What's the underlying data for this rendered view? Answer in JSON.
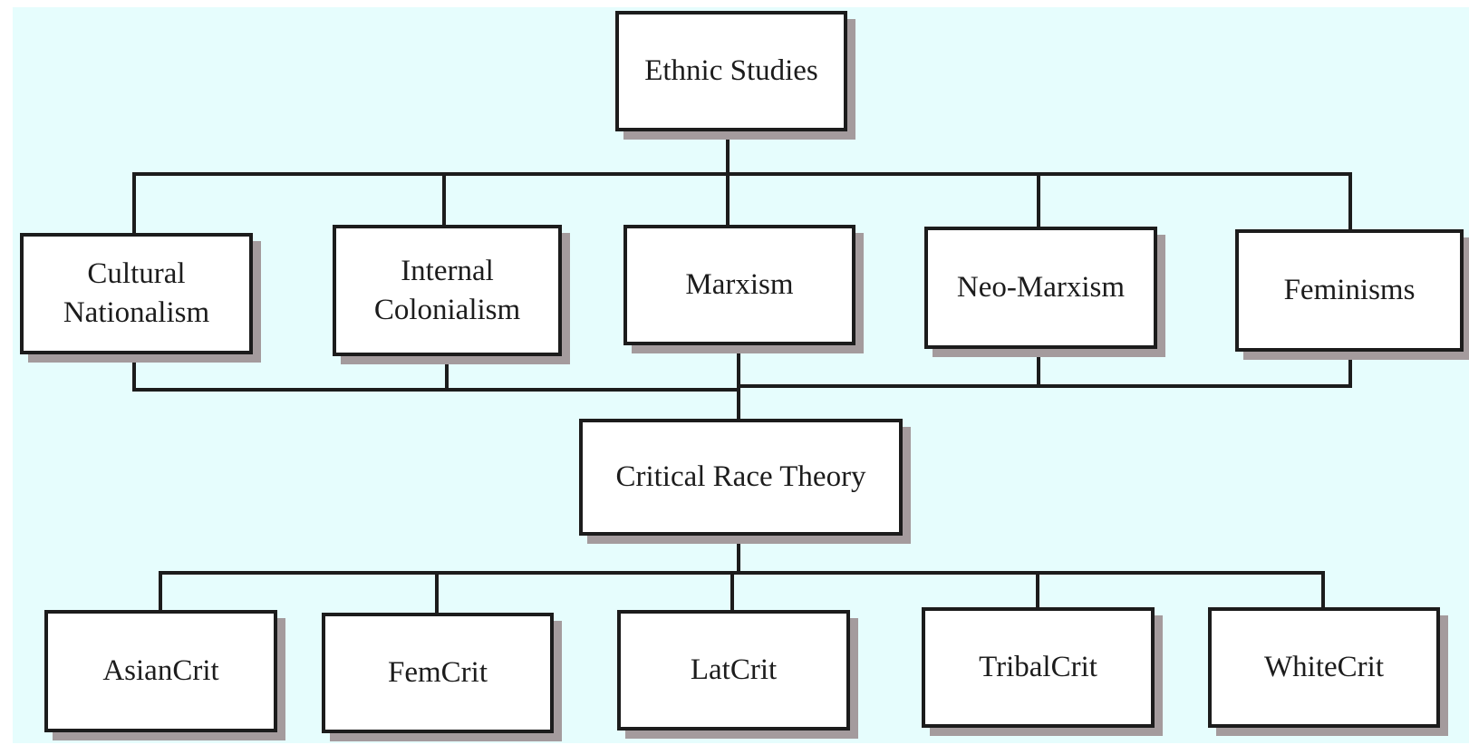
{
  "diagram": {
    "root": {
      "label": "Ethnic Studies"
    },
    "influences": [
      {
        "label": "Cultural Nationalism"
      },
      {
        "label": "Internal Colonialism"
      },
      {
        "label": "Marxism"
      },
      {
        "label": "Neo-Marxism"
      },
      {
        "label": "Feminisms"
      }
    ],
    "center": {
      "label": "Critical Race Theory"
    },
    "branches": [
      {
        "label": "AsianCrit"
      },
      {
        "label": "FemCrit"
      },
      {
        "label": "LatCrit"
      },
      {
        "label": "TribalCrit"
      },
      {
        "label": "WhiteCrit"
      }
    ],
    "colors": {
      "background": "#e6fdfd",
      "box_fill": "#ffffff",
      "box_border": "#1c1c1c",
      "shadow": "#a49b9d",
      "connector": "#1c1c1c"
    }
  }
}
